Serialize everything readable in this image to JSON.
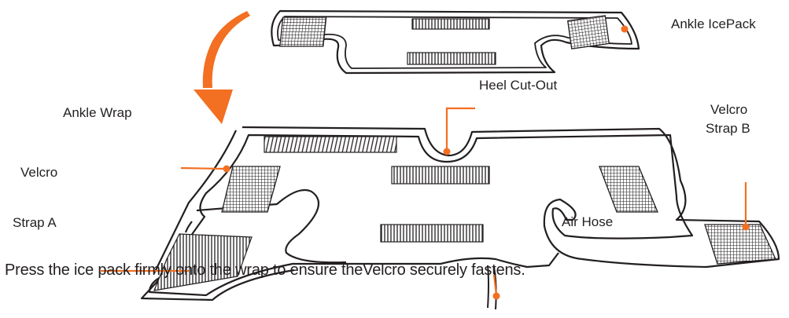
{
  "labels": {
    "ankle_icepack": "Ankle IcePack",
    "heel_cutout": "Heel Cut-Out",
    "ankle_wrap": "Ankle Wrap",
    "velcro_strap_b_line1": "Velcro",
    "velcro_strap_b_line2": "Strap B",
    "velcro": "Velcro",
    "strap_a": "Strap A",
    "air_hose": "Air Hose"
  },
  "caption": "Press the ice pack firmly onto the wrap to ensure theVelcro  securely fastens.",
  "colors": {
    "accent": "#f36f21",
    "line": "#231f20",
    "text": "#231f20"
  },
  "icons": [
    "curved-arrow-icon"
  ]
}
